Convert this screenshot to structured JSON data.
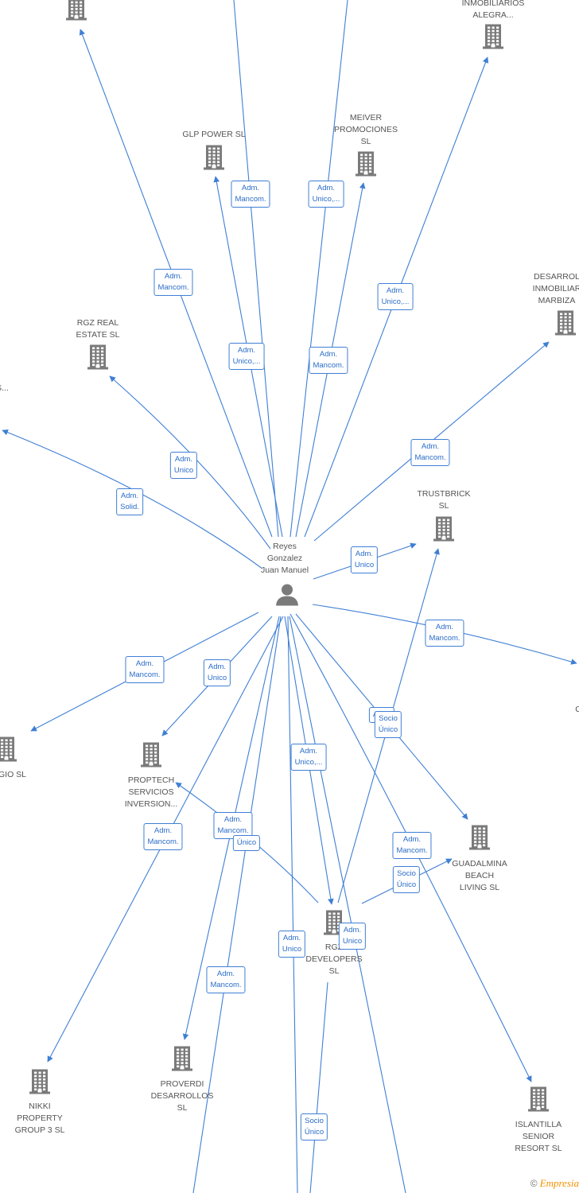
{
  "person": {
    "lines": [
      "Reyes",
      "Gonzalez",
      "Juan Manuel"
    ],
    "icon": "person-icon"
  },
  "companies": [
    {
      "id": "top-left",
      "lines": []
    },
    {
      "id": "inmobiliarios-alegra",
      "lines": [
        "INMOBILIARIOS",
        "ALEGRA..."
      ]
    },
    {
      "id": "glp-power",
      "lines": [
        "GLP POWER SL"
      ]
    },
    {
      "id": "meiver",
      "lines": [
        "MEIVER",
        "PROMOCIONES",
        "SL"
      ]
    },
    {
      "id": "desarrollos-marbiza",
      "lines": [
        "DESARROL",
        "INMOBILIAR",
        "MARBIZA"
      ]
    },
    {
      "id": "rgz-real-estate",
      "lines": [
        "RGZ REAL",
        "ESTATE  SL"
      ]
    },
    {
      "id": "left-cut",
      "lines": [
        "S..."
      ]
    },
    {
      "id": "trustbrick",
      "lines": [
        "TRUSTBRICK",
        "SL"
      ]
    },
    {
      "id": "right-cut",
      "lines": [
        "C"
      ]
    },
    {
      "id": "egio",
      "lines": [
        "EGIO  SL"
      ]
    },
    {
      "id": "proptech",
      "lines": [
        "PROPTECH",
        "SERVICIOS",
        "INVERSION..."
      ]
    },
    {
      "id": "guadalmina",
      "lines": [
        "GUADALMINA",
        "BEACH",
        "LIVING  SL"
      ]
    },
    {
      "id": "rgz-developers",
      "lines": [
        "RGZ",
        "DEVELOPERS",
        "SL"
      ]
    },
    {
      "id": "nikki",
      "lines": [
        "NIKKI",
        "PROPERTY",
        "GROUP 3  SL"
      ]
    },
    {
      "id": "proverdi",
      "lines": [
        "PROVERDI",
        "DESARROLLOS",
        "SL"
      ]
    },
    {
      "id": "islantilla",
      "lines": [
        "ISLANTILLA",
        "SENIOR",
        "RESORT SL"
      ]
    }
  ],
  "labels": [
    {
      "id": "l1",
      "lines": [
        "Adm.",
        "Mancom."
      ]
    },
    {
      "id": "l2",
      "lines": [
        "Adm.",
        "Unico,..."
      ]
    },
    {
      "id": "l3",
      "lines": [
        "Adm.",
        "Mancom."
      ]
    },
    {
      "id": "l4",
      "lines": [
        "Adm.",
        "Unico,..."
      ]
    },
    {
      "id": "l5",
      "lines": [
        "Adm.",
        "Unico,..."
      ]
    },
    {
      "id": "l6",
      "lines": [
        "Adm.",
        "Mancom."
      ]
    },
    {
      "id": "l7",
      "lines": [
        "Adm.",
        "Unico"
      ]
    },
    {
      "id": "l8",
      "lines": [
        "Adm.",
        "Solid."
      ]
    },
    {
      "id": "l9",
      "lines": [
        "Adm.",
        "Mancom."
      ]
    },
    {
      "id": "l10",
      "lines": [
        "Adm.",
        "Unico"
      ]
    },
    {
      "id": "l11",
      "lines": [
        "Adm.",
        "Mancom."
      ]
    },
    {
      "id": "l12",
      "lines": [
        "Adm.",
        "Mancom."
      ]
    },
    {
      "id": "l13",
      "lines": [
        "Adm.",
        "Unico"
      ]
    },
    {
      "id": "l14",
      "lines": [
        "Adm."
      ]
    },
    {
      "id": "l15",
      "lines": [
        "Socio",
        "Único"
      ]
    },
    {
      "id": "l16",
      "lines": [
        "Adm.",
        "Unico,..."
      ]
    },
    {
      "id": "l17",
      "lines": [
        "Adm.",
        "Mancom."
      ]
    },
    {
      "id": "l18",
      "lines": [
        "Adm.",
        "Mancom."
      ]
    },
    {
      "id": "l19",
      "lines": [
        "Único"
      ]
    },
    {
      "id": "l20",
      "lines": [
        "Adm.",
        "Mancom."
      ]
    },
    {
      "id": "l21",
      "lines": [
        "Socio",
        "Único"
      ]
    },
    {
      "id": "l22",
      "lines": [
        "Adm.",
        "Unico"
      ]
    },
    {
      "id": "l23",
      "lines": [
        "Adm.",
        "Unico"
      ]
    },
    {
      "id": "l24",
      "lines": [
        "Adm.",
        "Mancom."
      ]
    },
    {
      "id": "l25",
      "lines": [
        "Socio",
        "Único"
      ]
    }
  ],
  "watermark": {
    "symbol": "©",
    "brand": "Empresia"
  },
  "colors": {
    "edge": "#3f7fd4",
    "label_text": "#2a6cc8",
    "icon": "#7a7a7a"
  }
}
